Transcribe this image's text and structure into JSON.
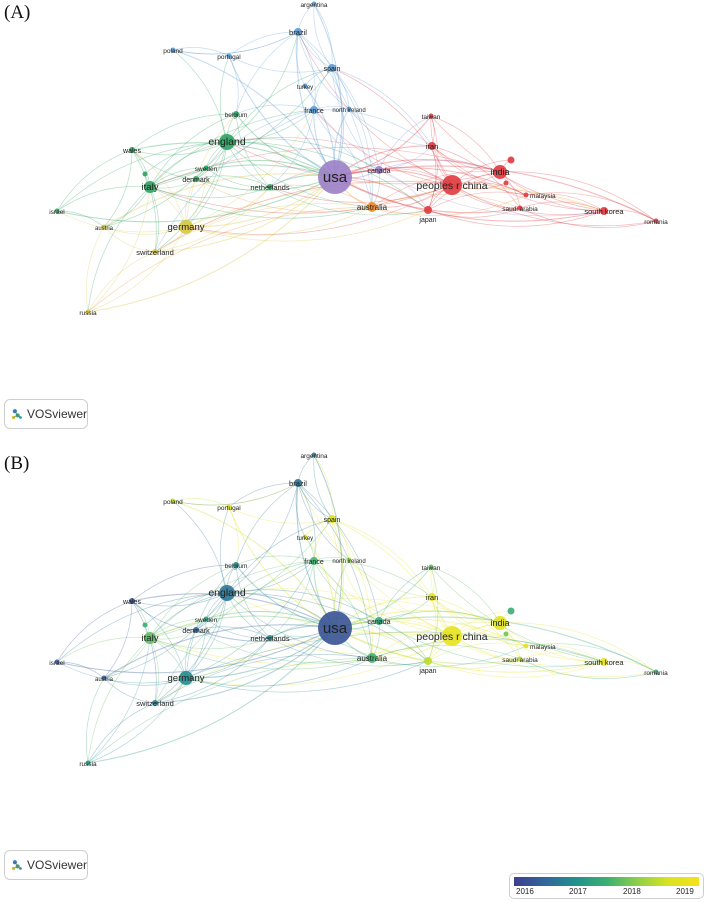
{
  "panels": [
    {
      "label": "(A)",
      "mode": "cluster"
    },
    {
      "label": "(B)",
      "mode": "overlay"
    }
  ],
  "logo": {
    "text": "VOSviewer"
  },
  "colorbar": {
    "ticks": [
      "2016",
      "2017",
      "2018",
      "2019"
    ]
  },
  "colors": {
    "cluster": {
      "red": "#e0393e",
      "green": "#2ca25f",
      "blue": "#5b9bd5",
      "yellow": "#d7c641",
      "purple": "#9b7fc6",
      "orange": "#f08a24"
    },
    "edge_alpha": 0.35
  },
  "nodes": [
    {
      "id": "usa",
      "label": "usa",
      "cluster": "purple",
      "year": 2016.1
    },
    {
      "id": "china",
      "label": "peoples r china",
      "cluster": "red",
      "year": 2019.0
    },
    {
      "id": "england",
      "label": "england",
      "cluster": "green",
      "year": 2016.6
    },
    {
      "id": "germany",
      "label": "germany",
      "cluster": "yellow",
      "year": 2016.9
    },
    {
      "id": "italy",
      "label": "italy",
      "cluster": "green",
      "year": 2017.8
    },
    {
      "id": "india",
      "label": "india",
      "cluster": "red",
      "year": 2018.9
    },
    {
      "id": "australia",
      "label": "australia",
      "cluster": "orange",
      "year": 2017.6
    },
    {
      "id": "iran",
      "label": "iran",
      "cluster": "red",
      "year": 2019.0
    },
    {
      "id": "canada",
      "label": "canada",
      "cluster": "purple",
      "year": 2017.4
    },
    {
      "id": "japan",
      "label": "japan",
      "cluster": "red",
      "year": 2018.5
    },
    {
      "id": "netherlands",
      "label": "netherlands",
      "cluster": "green",
      "year": 2016.8
    },
    {
      "id": "brazil",
      "label": "brazil",
      "cluster": "blue",
      "year": 2016.6
    },
    {
      "id": "spain",
      "label": "spain",
      "cluster": "blue",
      "year": 2018.8
    },
    {
      "id": "france",
      "label": "france",
      "cluster": "blue",
      "year": 2017.6
    },
    {
      "id": "wales",
      "label": "wales",
      "cluster": "green",
      "year": 2016.1
    },
    {
      "id": "switzerland",
      "label": "switzerland",
      "cluster": "yellow",
      "year": 2016.7
    },
    {
      "id": "south_korea",
      "label": "south korea",
      "cluster": "red",
      "year": 2019.0
    },
    {
      "id": "denmark",
      "label": "denmark",
      "cluster": "green",
      "year": 2016.4
    },
    {
      "id": "sweden",
      "label": "sweden",
      "cluster": "green",
      "year": 2017.3
    },
    {
      "id": "belgium",
      "label": "belgium",
      "cluster": "green",
      "year": 2016.9
    },
    {
      "id": "taiwan",
      "label": "taiwan",
      "cluster": "red",
      "year": 2017.8
    },
    {
      "id": "malaysia",
      "label": "malaysia",
      "cluster": "red",
      "year": 2018.8
    },
    {
      "id": "saudi",
      "label": "saudi arabia",
      "cluster": "red",
      "year": 2018.4
    },
    {
      "id": "romania",
      "label": "romania",
      "cluster": "red",
      "year": 2017.5
    },
    {
      "id": "poland",
      "label": "poland",
      "cluster": "blue",
      "year": 2018.6
    },
    {
      "id": "portugal",
      "label": "portugal",
      "cluster": "blue",
      "year": 2018.9
    },
    {
      "id": "turkey",
      "label": "turkey",
      "cluster": "blue",
      "year": 2018.8
    },
    {
      "id": "n_ireland",
      "label": "north ireland",
      "cluster": "blue",
      "year": 2018.2
    },
    {
      "id": "argentina",
      "label": "argentina",
      "cluster": "blue",
      "year": 2016.7
    },
    {
      "id": "israel",
      "label": "israel",
      "cluster": "green",
      "year": 2016.2
    },
    {
      "id": "austria",
      "label": "austria",
      "cluster": "yellow",
      "year": 2016.3
    },
    {
      "id": "russia",
      "label": "russia",
      "cluster": "yellow",
      "year": 2017.2
    },
    {
      "id": "india_s1",
      "label": "",
      "cluster": "red",
      "year": 2017.5
    },
    {
      "id": "india_s2",
      "label": "",
      "cluster": "red",
      "year": 2017.9
    },
    {
      "id": "italy_s1",
      "label": "",
      "cluster": "green",
      "year": 2017.5
    }
  ]
}
